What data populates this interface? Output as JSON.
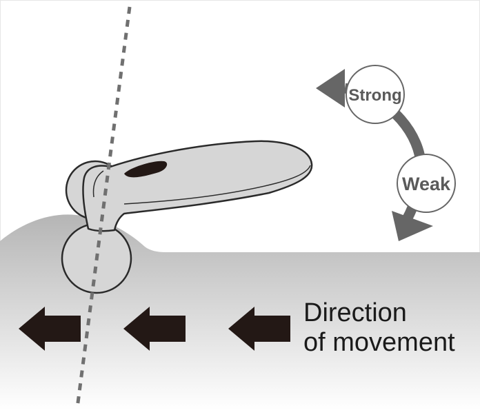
{
  "labels": {
    "strong": "Strong",
    "weak": "Weak",
    "direction_line1": "Direction",
    "direction_line2": "of movement"
  },
  "colors": {
    "skin_gradient_top": "#b4b4b4",
    "skin_gradient_bottom": "#ffffff",
    "roller_fill": "#d6d6d6",
    "outline": "#2a2a2a",
    "arrow_dark": "#231815",
    "intensity_arrow": "#666666",
    "dashed_line": "#707070"
  },
  "icons": {
    "movement_arrows": "arrow-left-icon",
    "intensity_indicator": "curved-arrow-icon",
    "device": "facial-roller-icon"
  }
}
